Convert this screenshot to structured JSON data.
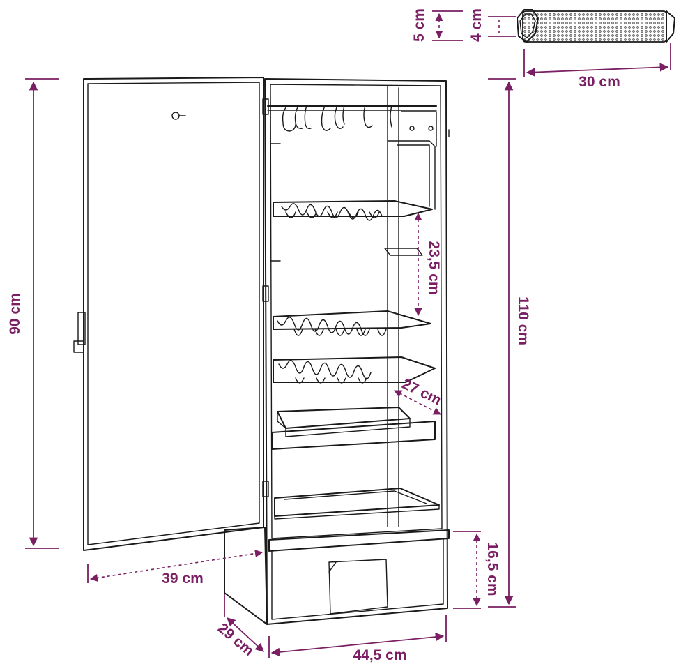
{
  "accent_color": "#7a1f63",
  "line_color": "#1a1a1a",
  "dimensions": {
    "door_height": "90 cm",
    "total_height": "110 cm",
    "door_width": "39 cm",
    "depth": "29 cm",
    "width": "44,5 cm",
    "rack_spacing": "23,5 cm",
    "rack_depth": "27 cm",
    "drawer_height": "16,5 cm",
    "tube_outer": "5 cm",
    "tube_inner": "4 cm",
    "tube_length": "30 cm"
  },
  "components": [
    "hook-rail",
    "wire-rack",
    "wire-rack",
    "wire-rack",
    "drip-tray",
    "smoke-tray",
    "wood-chip-drawer",
    "smoke-tube"
  ]
}
